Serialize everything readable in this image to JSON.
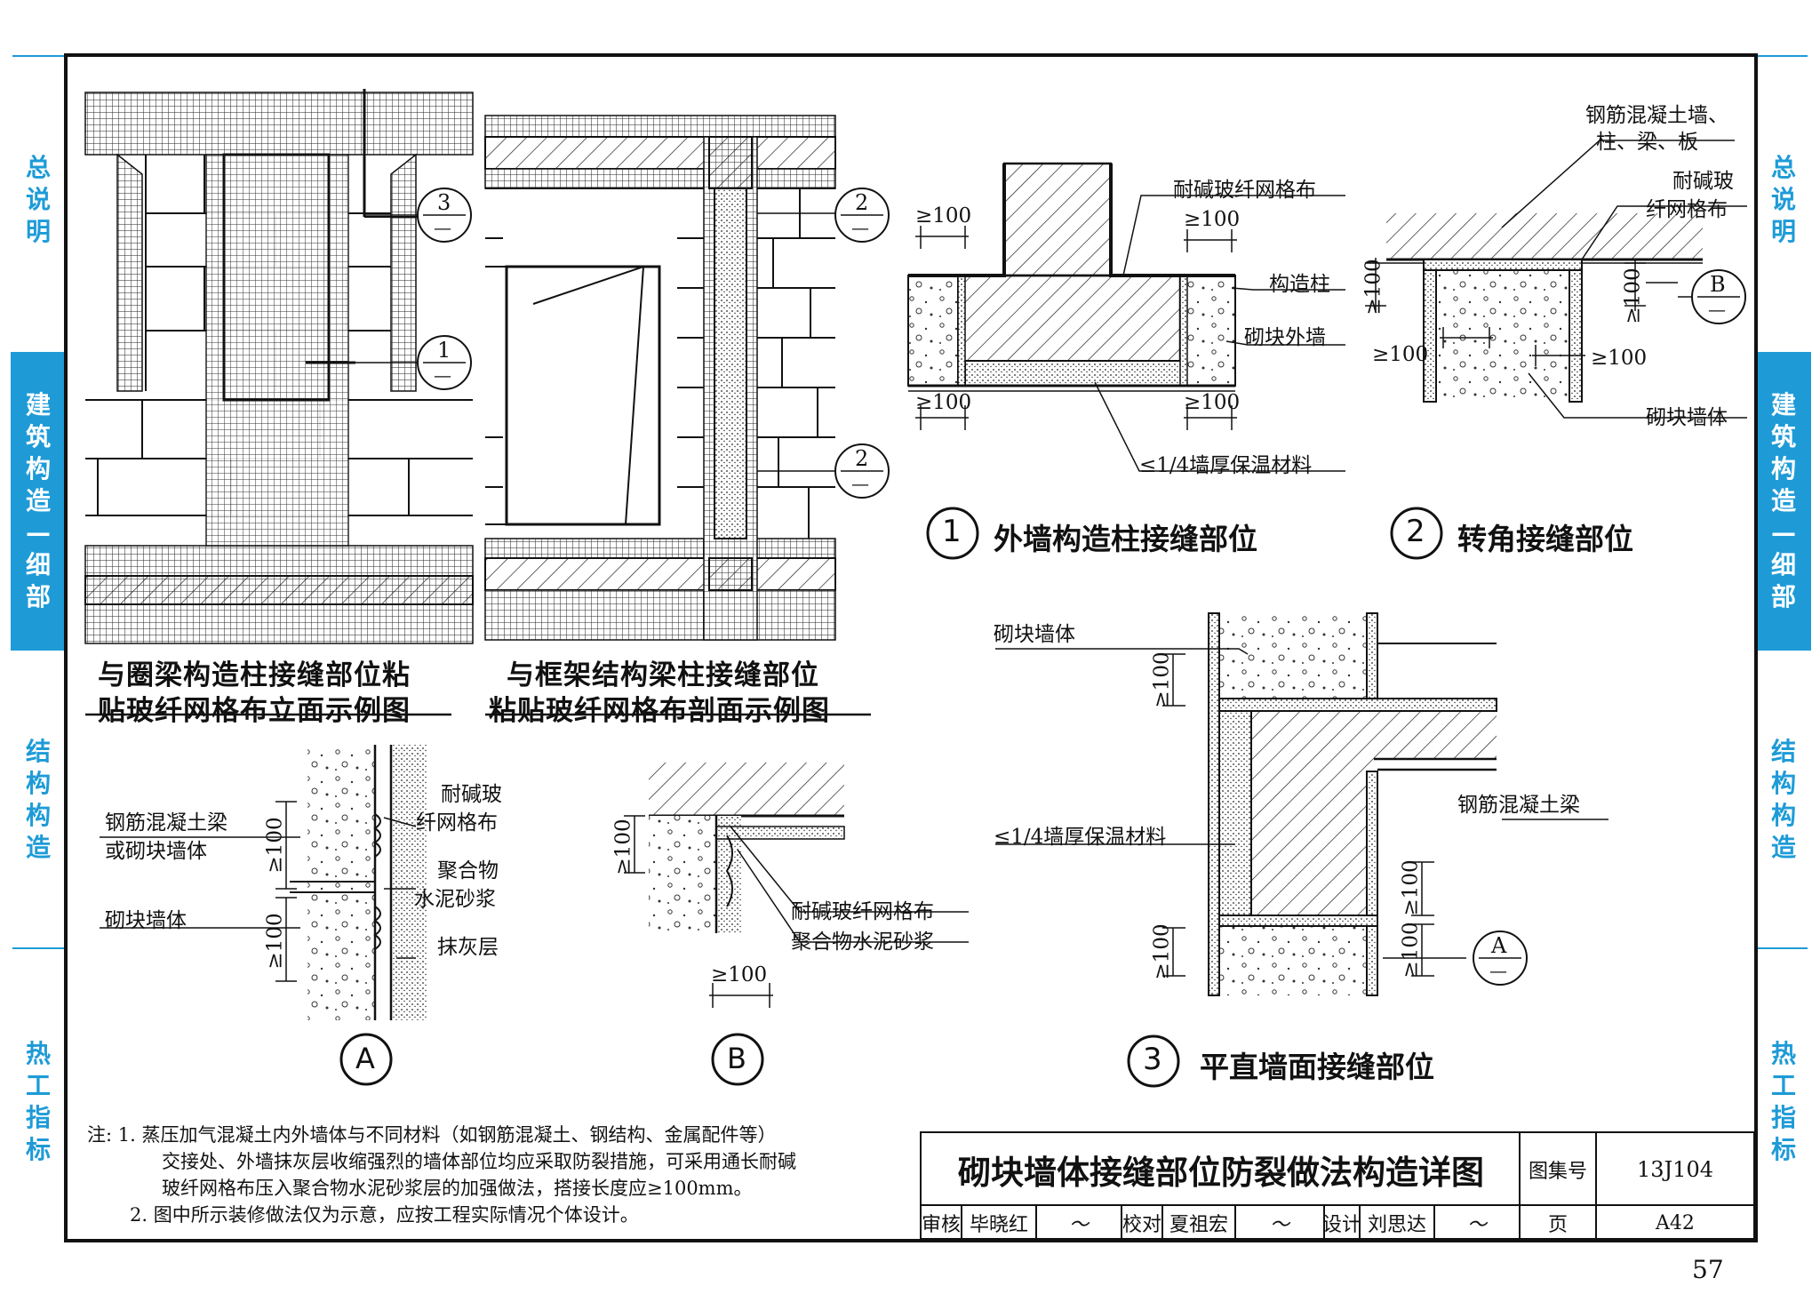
{
  "side_tabs": [
    {
      "label": [
        "总",
        "说",
        "明"
      ],
      "active": false
    },
    {
      "label": [
        "建",
        "筑",
        "构",
        "造",
        "—",
        "细",
        "部"
      ],
      "active": true
    },
    {
      "label": [
        "结",
        "构",
        "构",
        "造"
      ],
      "active": false
    },
    {
      "label": [
        "热",
        "工",
        "指",
        "标"
      ],
      "active": false
    }
  ],
  "figure_captions": {
    "ring_beam": [
      "与圈梁构造柱接缝部位粘",
      "贴玻纤网格布立面示例图"
    ],
    "frame": [
      "与框架结构梁柱接缝部位",
      "粘贴玻纤网格布剖面示例图"
    ]
  },
  "callouts": {
    "c3": "3",
    "c1": "1",
    "c2a": "2",
    "c2b": "2",
    "cB": "B",
    "cA": "A",
    "dash": "—"
  },
  "detail_1": {
    "number": "1",
    "title": "外墙构造柱接缝部位",
    "labels": {
      "mesh": "耐碱玻纤网格布",
      "column": "构造柱",
      "outer_wall": "砌块外墙",
      "insulation": "≤1/4墙厚保温材料"
    },
    "dims": {
      "top_left": "≥100",
      "top_right": "≥100",
      "bottom_left": "≥100",
      "bottom_right": "≥100"
    }
  },
  "detail_2": {
    "number": "2",
    "title": "转角接缝部位",
    "labels": {
      "rc": [
        "钢筋混凝土墙、",
        "柱、梁、板"
      ],
      "mesh": [
        "耐碱玻",
        "纤网格布"
      ],
      "block": "砌块墙体"
    },
    "dims": {
      "left_v": "≥100",
      "left_h": "≥100",
      "right_v": "≥100",
      "right_h": "≥100"
    }
  },
  "detail_3": {
    "number": "3",
    "title": "平直墙面接缝部位",
    "labels": {
      "block": "砌块墙体",
      "insulation": "≤1/4墙厚保温材料",
      "rc_beam": "钢筋混凝土梁"
    },
    "dims": {
      "top": "≥100",
      "bottom_left": "≥100",
      "right_top": "≥100",
      "right_bottom": "≥100"
    }
  },
  "detail_A": {
    "letter": "A",
    "labels": {
      "rc_or_block": [
        "钢筋混凝土梁",
        "或砌块墙体"
      ],
      "block": "砌块墙体",
      "mesh": [
        "耐碱玻",
        "纤网格布"
      ],
      "mortar": [
        "聚合物",
        "水泥砂浆"
      ],
      "plaster": "抹灰层"
    },
    "dims": {
      "upper": "≥100",
      "lower": "≥100"
    }
  },
  "detail_B": {
    "letter": "B",
    "labels": {
      "mesh": "耐碱玻纤网格布",
      "mortar": "聚合物水泥砂浆"
    },
    "dims": {
      "vertical": "≥100",
      "horizontal": "≥100"
    }
  },
  "notes": {
    "prefix": "注:",
    "n1_num": "1.",
    "n1_lines": [
      "蒸压加气混凝土内外墙体与不同材料（如钢筋混凝土、钢结构、金属配件等）",
      "交接处、外墙抹灰层收缩强烈的墙体部位均应采取防裂措施，可采用通长耐碱",
      "玻纤网格布压入聚合物水泥砂浆层的加强做法，搭接长度应≥100mm。"
    ],
    "n2_num": "2.",
    "n2": "图中所示装修做法仅为示意，应按工程实际情况个体设计。"
  },
  "title_block": {
    "title": "砌块墙体接缝部位防裂做法构造详图",
    "atlas_label": "图集号",
    "atlas_no": "13J104",
    "review_label": "审核",
    "reviewer": "毕晓红",
    "check_label": "校对",
    "checker": "夏祖宏",
    "design_label": "设计",
    "designer": "刘思达",
    "page_label": "页",
    "page_no": "A42"
  },
  "page_number": "57",
  "colors": {
    "accent": "#1e9bd7",
    "line": "#111111"
  }
}
